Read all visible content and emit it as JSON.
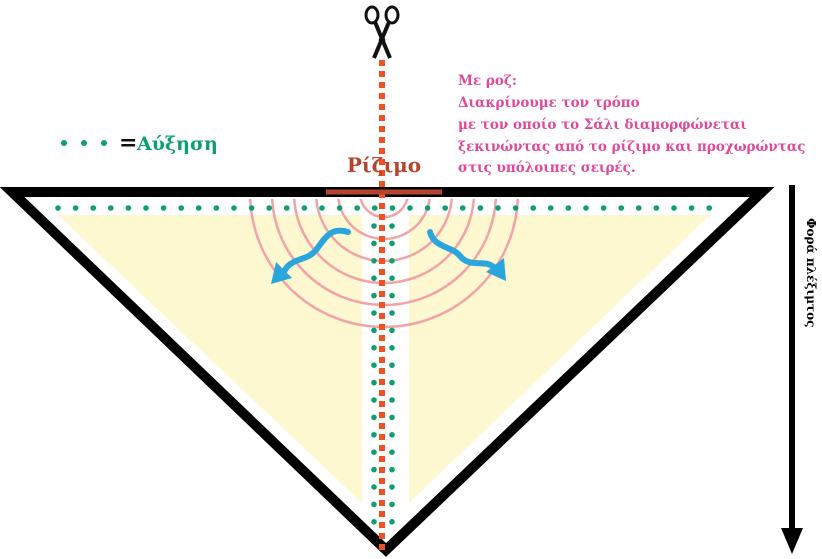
{
  "legend": {
    "equals": "=",
    "label": "Αύξηση",
    "dot_color": "#0e9f6e",
    "label_color": "#0e9f6e"
  },
  "root_label": "Ρίζιμο",
  "root_label_color": "#b5442f",
  "note": {
    "color": "#e0489a",
    "lines": [
      "Με ροζ:",
      "Διακρίνουμε τον τρόπο",
      "με τον οποίο το Σάλι διαμορφώνεται",
      "ξεκινώντας από το ρίζιμο και προχωρώντας",
      "στις υπόλοιπες σειρές."
    ]
  },
  "direction_label": "Φορά πλέξιμτος",
  "colors": {
    "outline": "#000000",
    "fill": "#fdf8cf",
    "cut_line": "#f0511e",
    "rings": "#f2a3a8",
    "arrows": "#2aa6dc",
    "root_bar": "#b5442f"
  },
  "icons": {
    "scissors": "scissors-icon"
  }
}
